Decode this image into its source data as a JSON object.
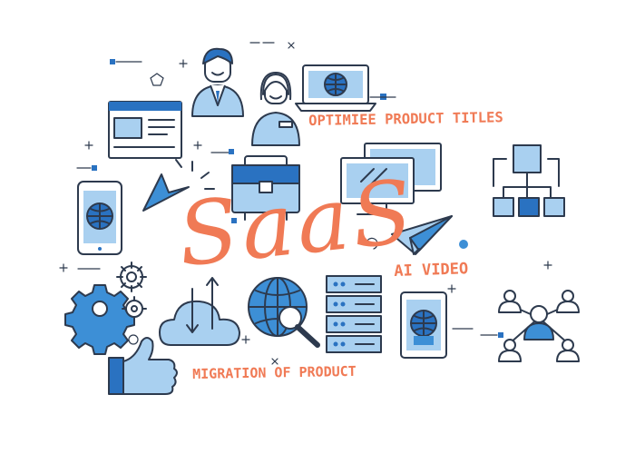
{
  "labels": {
    "saas": "SaaS",
    "optimize": "OPTIMIEE PRODUCT TITLES",
    "ai_video": "AI VIDEO",
    "migration": "MIGRATION OF PRODUCT"
  },
  "colors": {
    "outline": "#2d3a4e",
    "light_blue": "#a9d0f0",
    "mid_blue": "#3d8fd6",
    "dark_blue": "#2a72c1",
    "accent": "#f07a55",
    "connector": "#8a96a6"
  },
  "icons": [
    "businessman-icon",
    "woman-support-icon",
    "laptop-globe-icon",
    "browser-window-icon",
    "cursor-arrow-icon",
    "briefcase-icon",
    "desktop-monitors-icon",
    "org-chart-icon",
    "smartphone-globe-icon",
    "paper-plane-icon",
    "gears-icon",
    "cloud-sync-icon",
    "globe-search-icon",
    "server-rack-icon",
    "tablet-globe-icon",
    "team-network-icon",
    "thumbs-up-icon"
  ]
}
